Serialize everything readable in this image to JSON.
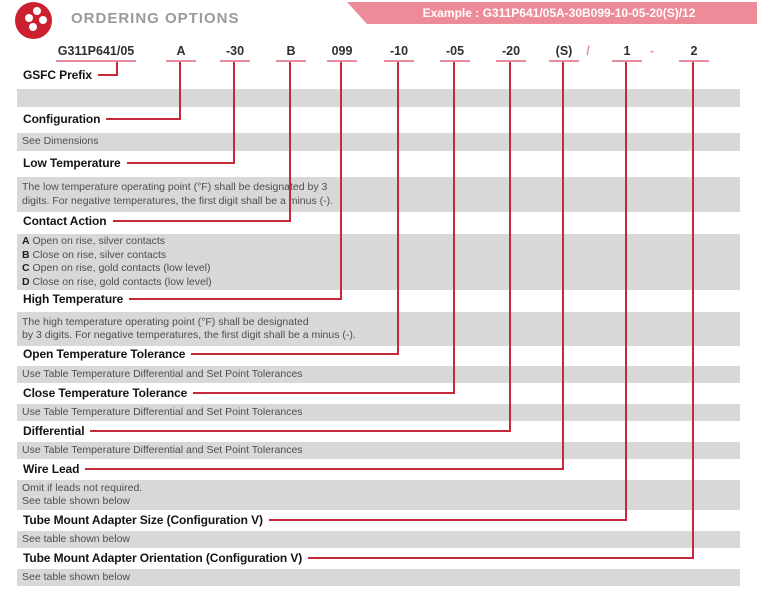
{
  "header": {
    "title": "ORDERING OPTIONS",
    "example_label": "Example : G311P641/05A-30B099-10-05-20(S)/12"
  },
  "colors": {
    "accent_red": "#c42a38",
    "underline_pink": "#e58e99",
    "banner_pink": "#ee8b98",
    "logo_red": "#cc2030",
    "bar_gray": "#d8d8d8",
    "title_gray": "#9a9a9a"
  },
  "code_segments": [
    {
      "text": "G311P641/05",
      "type": "field"
    },
    {
      "text": "A",
      "type": "field"
    },
    {
      "text": "-30",
      "type": "field"
    },
    {
      "text": "B",
      "type": "field"
    },
    {
      "text": "099",
      "type": "field"
    },
    {
      "text": "-10",
      "type": "field"
    },
    {
      "text": "-05",
      "type": "field"
    },
    {
      "text": "-20",
      "type": "field"
    },
    {
      "text": "(S)",
      "type": "field"
    },
    {
      "text": "/",
      "type": "separator"
    },
    {
      "text": "1",
      "type": "field"
    },
    {
      "text": "-",
      "type": "separator"
    },
    {
      "text": "2",
      "type": "field"
    }
  ],
  "rows": [
    {
      "label": "GSFC Prefix",
      "seg": 0,
      "notes": []
    },
    {
      "label": "Configuration",
      "seg": 1,
      "notes": [
        "See Dimensions"
      ]
    },
    {
      "label": "Low Temperature",
      "seg": 2,
      "notes": [
        "The low temperature operating point (°F) shall be designated by 3",
        "digits. For negative temperatures, the first digit shall be a minus (-)."
      ]
    },
    {
      "label": "Contact Action",
      "seg": 3,
      "notes": [
        {
          "key": "A",
          "text": "Open on rise, silver contacts"
        },
        {
          "key": "B",
          "text": "Close on rise, silver contacts"
        },
        {
          "key": "C",
          "text": "Open on rise, gold contacts (low level)"
        },
        {
          "key": "D",
          "text": "Close on rise, gold contacts (low level)"
        }
      ]
    },
    {
      "label": "High Temperature",
      "seg": 4,
      "notes": [
        "The high temperature operating point (°F) shall be designated",
        "by 3 digits. For negative temperatures, the first digit shall be a minus (-)."
      ]
    },
    {
      "label": "Open Temperature Tolerance",
      "seg": 5,
      "notes": [
        "Use Table Temperature Differential and Set Point Tolerances"
      ]
    },
    {
      "label": "Close Temperature Tolerance",
      "seg": 6,
      "notes": [
        "Use Table Temperature Differential and Set Point Tolerances"
      ]
    },
    {
      "label": "Differential",
      "seg": 7,
      "notes": [
        "Use Table Temperature Differential and Set Point Tolerances"
      ]
    },
    {
      "label": "Wire Lead",
      "seg": 8,
      "notes": [
        "Omit if leads not required.",
        "See table shown below"
      ]
    },
    {
      "label": "Tube Mount Adapter Size (Configuration V)",
      "seg": 10,
      "notes": [
        "See table shown below"
      ]
    },
    {
      "label": "Tube Mount Adapter Orientation (Configuration V)",
      "seg": 12,
      "notes": [
        "See table shown below"
      ]
    }
  ]
}
